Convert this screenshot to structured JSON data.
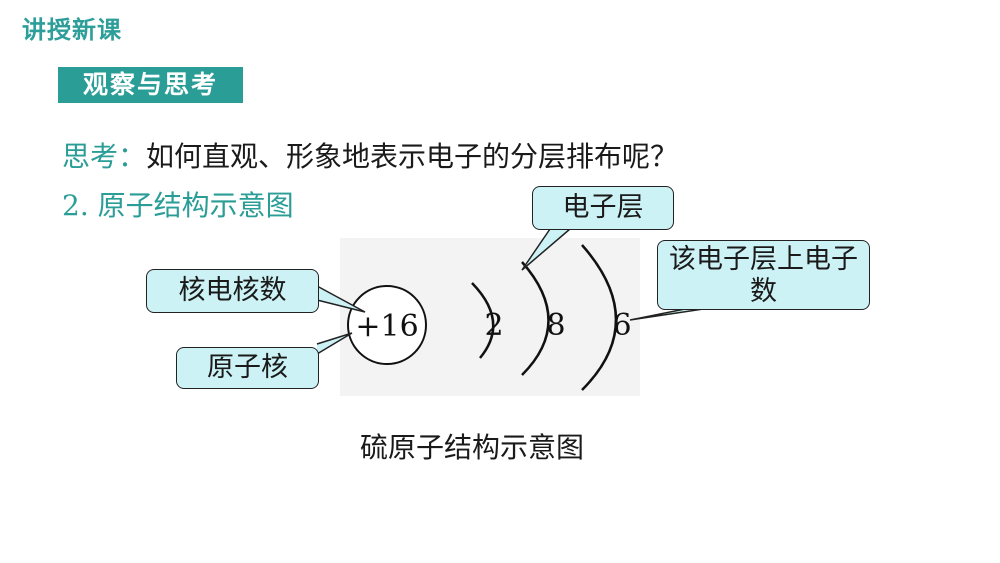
{
  "header": {
    "section_title": "讲授新课"
  },
  "badge": {
    "label": "观察与思考"
  },
  "question": {
    "lead": "思考：",
    "text": "如何直观、形象地表示电子的分层排布呢？"
  },
  "subtitle": "2. 原子结构示意图",
  "diagram": {
    "nucleus_label": "+16",
    "shells": [
      "2",
      "8",
      "6"
    ],
    "caption": "硫原子结构示意图",
    "callouts": {
      "nucleus_charge": "核电核数",
      "nucleus": "原子核",
      "shell": "电子层",
      "shell_count": "该电子层上电子数"
    }
  },
  "colors": {
    "accent": "#2a9d97",
    "callout_bg": "#cdf2f6"
  }
}
